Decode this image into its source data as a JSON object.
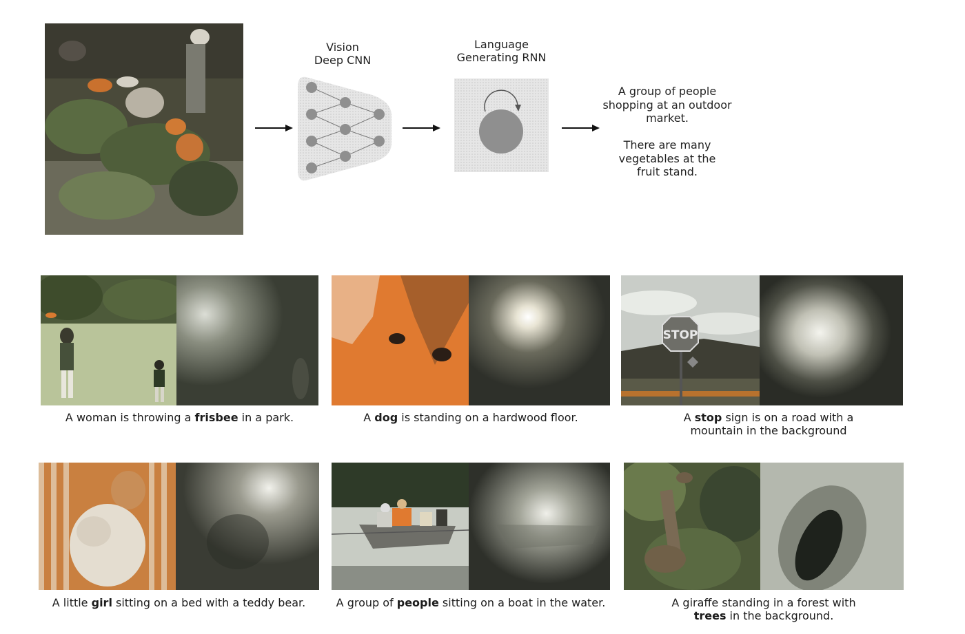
{
  "pipeline": {
    "cnn_label": [
      "Vision",
      "Deep CNN"
    ],
    "rnn_label": [
      "Language",
      "Generating RNN"
    ],
    "output_sentences": [
      [
        "A group of people",
        "shopping at an outdoor",
        "market."
      ],
      [
        "There are many",
        "vegetables at the",
        "fruit stand."
      ]
    ]
  },
  "examples": [
    {
      "pre": "A woman is throwing a ",
      "word": "frisbee",
      "post": " in a park.",
      "line2": ""
    },
    {
      "pre": "A ",
      "word": "dog",
      "post": " is standing on a hardwood floor.",
      "line2": ""
    },
    {
      "pre": "A ",
      "word": "stop",
      "post": " sign is on a road with a",
      "line2": "mountain in the background"
    },
    {
      "pre": "A little ",
      "word": "girl",
      "post": " sitting on a bed with a teddy bear.",
      "line2": ""
    },
    {
      "pre": "A group of ",
      "word": "people",
      "post": " sitting on a boat in the water.",
      "line2": ""
    },
    {
      "pre": "A giraffe standing in a forest with",
      "word": "",
      "post": "",
      "line2_word": "trees",
      "line2": " in the background."
    }
  ],
  "stop_sign_text": "STOP"
}
